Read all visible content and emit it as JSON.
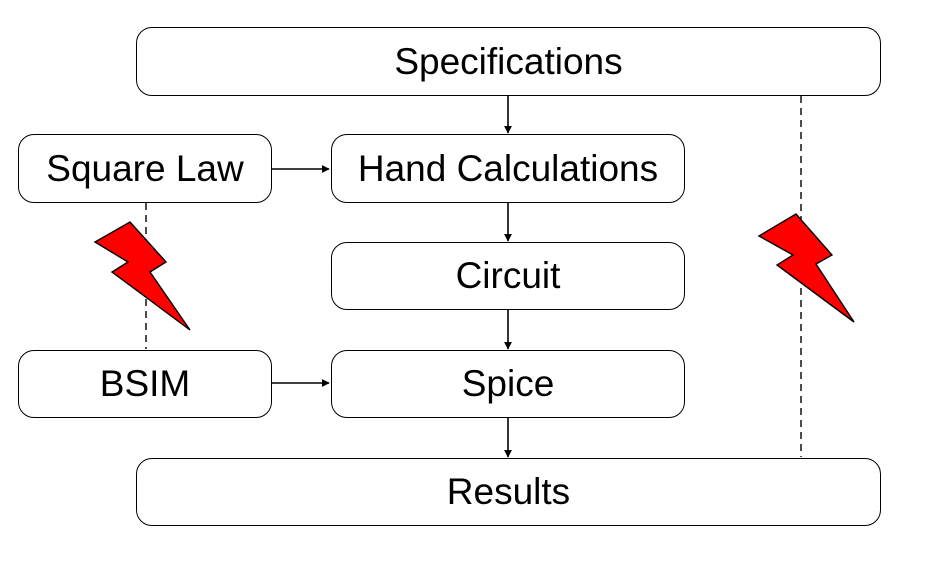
{
  "nodes": {
    "specifications": "Specifications",
    "square_law": "Square Law",
    "hand_calculations": "Hand Calculations",
    "circuit": "Circuit",
    "bsim": "BSIM",
    "spice": "Spice",
    "results": "Results"
  },
  "colors": {
    "stroke": "#000000",
    "lightning": "#ff0000"
  },
  "icons": [
    "lightning-bolt-icon",
    "lightning-bolt-icon"
  ]
}
